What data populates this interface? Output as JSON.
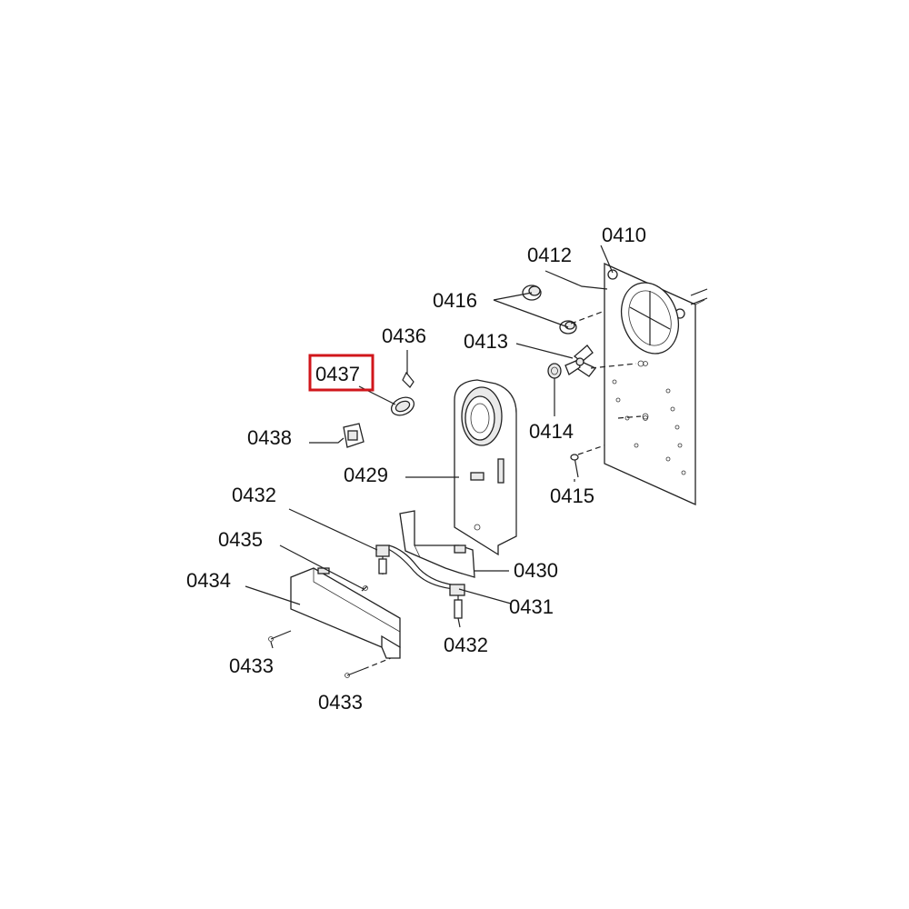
{
  "highlight": {
    "part": "0437",
    "color": "#d0161b"
  },
  "labels": {
    "p0410": "0410",
    "p0412": "0412",
    "p0416": "0416",
    "p0413": "0413",
    "p0436": "0436",
    "p0437": "0437",
    "p0414": "0414",
    "p0438": "0438",
    "p0429": "0429",
    "p0415": "0415",
    "p0432a": "0432",
    "p0435": "0435",
    "p0430": "0430",
    "p0434": "0434",
    "p0431": "0431",
    "p0432b": "0432",
    "p0433a": "0433",
    "p0433b": "0433"
  }
}
